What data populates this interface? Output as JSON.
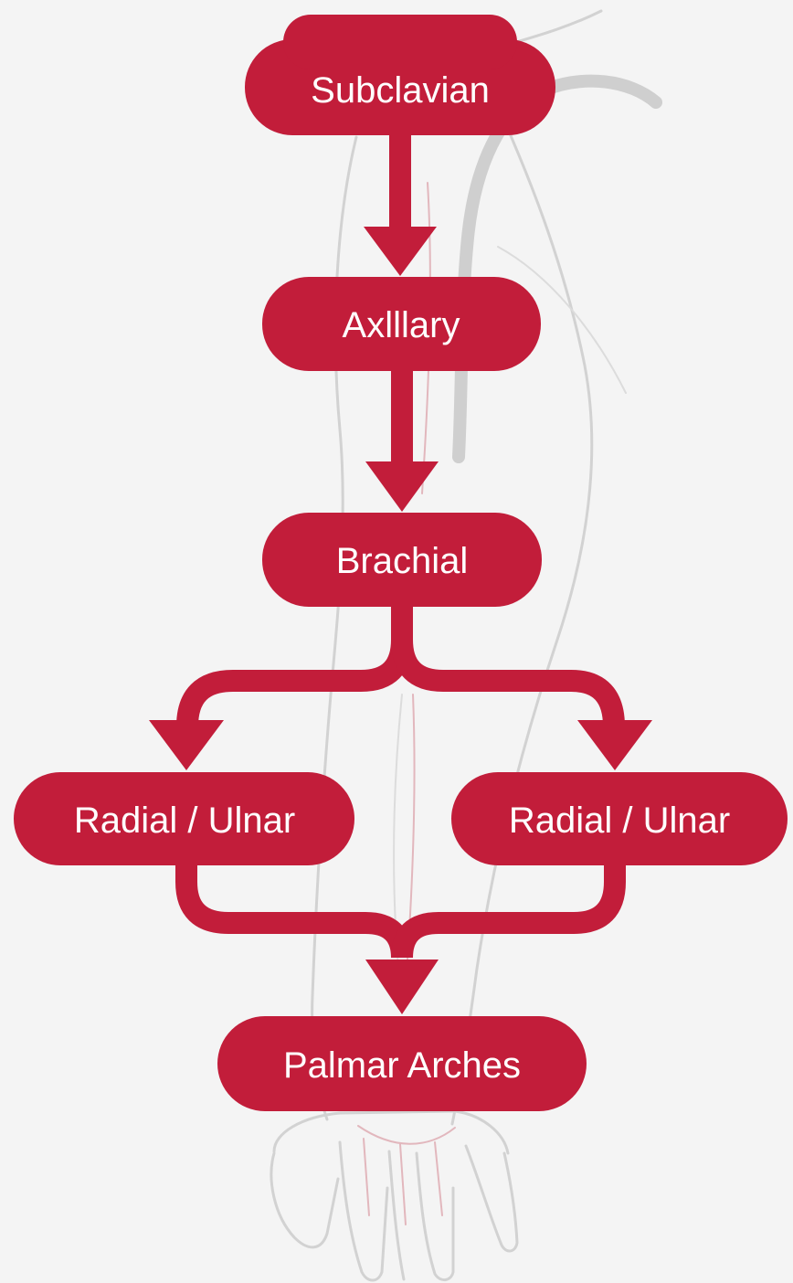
{
  "diagram": {
    "nodes": [
      {
        "id": "subclavian",
        "label": "Subclavian"
      },
      {
        "id": "axillary",
        "label": "Axlllary"
      },
      {
        "id": "brachial",
        "label": "Brachial"
      },
      {
        "id": "radial-ulnar-left",
        "label": "Radial / Ulnar"
      },
      {
        "id": "radial-ulnar-right",
        "label": "Radial / Ulnar"
      },
      {
        "id": "palmar-arches",
        "label": "Palmar Arches"
      }
    ],
    "edges": [
      {
        "from": "subclavian",
        "to": "axillary"
      },
      {
        "from": "axillary",
        "to": "brachial"
      },
      {
        "from": "brachial",
        "to": "radial-ulnar-left"
      },
      {
        "from": "brachial",
        "to": "radial-ulnar-right"
      },
      {
        "from": "radial-ulnar-left",
        "to": "palmar-arches"
      },
      {
        "from": "radial-ulnar-right",
        "to": "palmar-arches"
      }
    ],
    "colors": {
      "flow": "#c21d3a",
      "node_text": "#ffffff",
      "background": "#f4f4f4",
      "arm_outline": "#d2d2d2"
    }
  }
}
